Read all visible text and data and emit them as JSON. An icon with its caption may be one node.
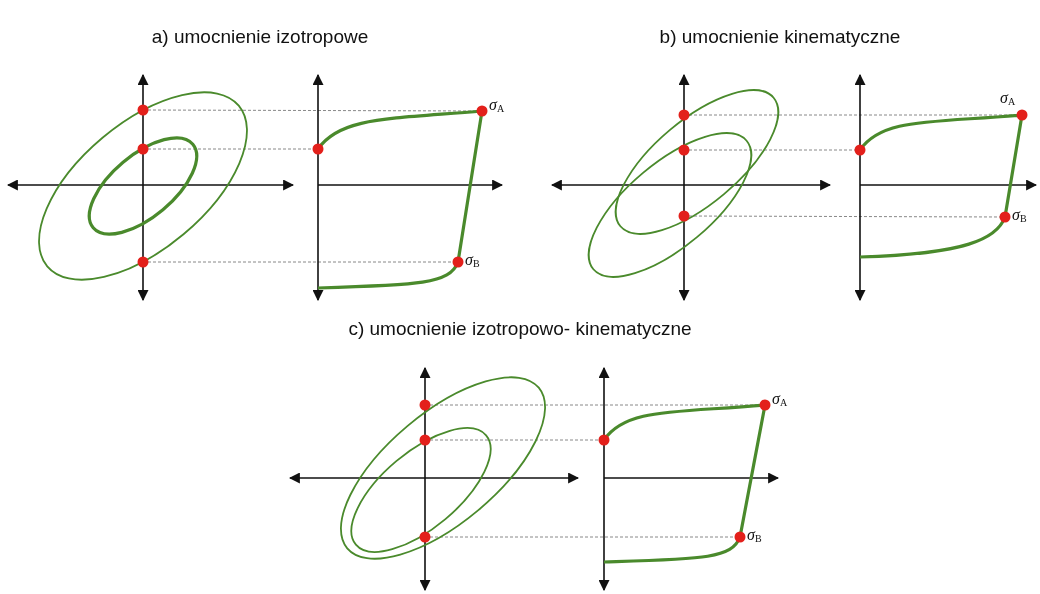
{
  "diagram": {
    "labels": [
      "a) umocnienie izotropowe",
      "σ$_{A}$",
      "σ$_{B}$",
      "b) umocnienie kinematyczne",
      "σ$_{A}$",
      "σ$_{B}$",
      "c) umocnienie izotropowo- kinematyczne",
      "σ$_{A}$",
      "σ$_{B}$"
    ]
  }
}
